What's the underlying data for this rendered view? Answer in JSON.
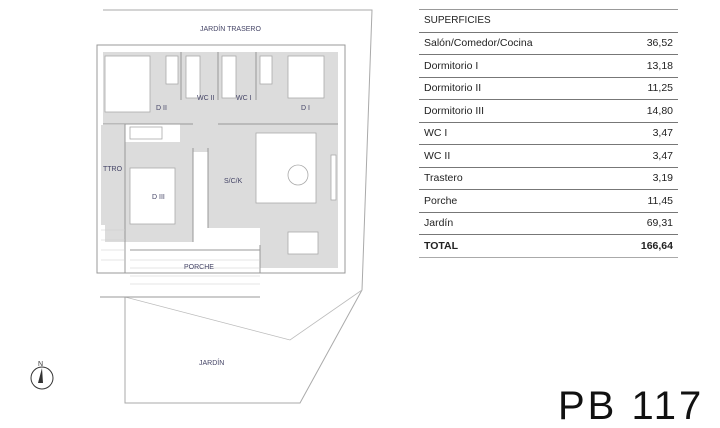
{
  "plan": {
    "labels": {
      "jardin_trasero": "JARDÍN TRASERO",
      "d2": "D II",
      "wc2": "WC II",
      "wc1": "WC I",
      "d1": "D I",
      "ttro": "TTRO",
      "d3": "D III",
      "scк": "S/C/K",
      "porche": "PORCHE",
      "jardin": "JARDÍN",
      "north": "N"
    }
  },
  "table": {
    "header": "SUPERFICIES",
    "rows": [
      {
        "label": "Salón/Comedor/Cocina",
        "value": "36,52"
      },
      {
        "label": "Dormitorio I",
        "value": "13,18"
      },
      {
        "label": "Dormitorio II",
        "value": "11,25"
      },
      {
        "label": "Dormitorio III",
        "value": "14,80"
      },
      {
        "label": "WC I",
        "value": "3,47"
      },
      {
        "label": "WC II",
        "value": "3,47"
      },
      {
        "label": "Trastero",
        "value": "3,19"
      },
      {
        "label": "Porche",
        "value": "11,45"
      },
      {
        "label": "Jardín",
        "value": "69,31"
      }
    ],
    "total_label": "TOTAL",
    "total_value": "166,64"
  },
  "unit_code": "PB 117"
}
